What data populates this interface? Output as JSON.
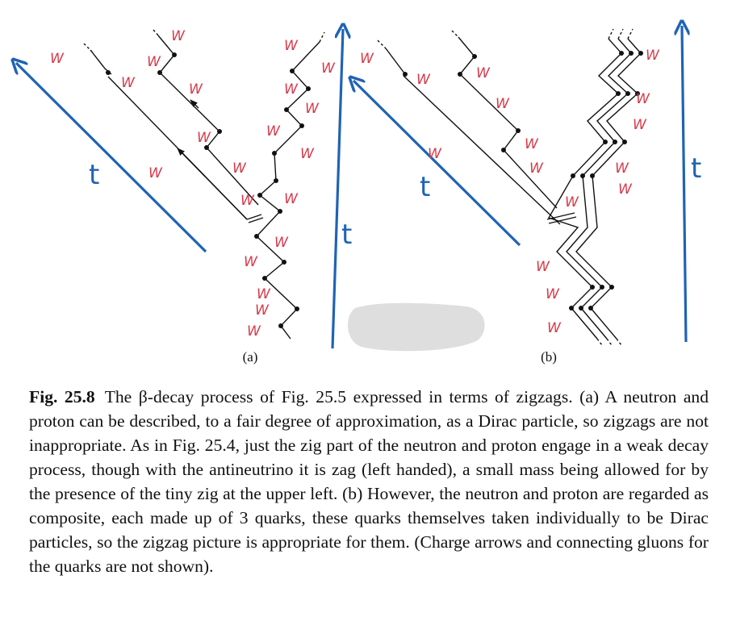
{
  "figure": {
    "panel_labels": {
      "a": "(a)",
      "b": "(b)"
    },
    "annotation_w": "W",
    "time_label": "t",
    "colors": {
      "ink": "#111111",
      "handwriting": "#d63a4a",
      "time_arrow": "#1f63b5",
      "blob": "#dedede"
    }
  },
  "caption": {
    "figure_number": "Fig. 25.8",
    "text": "The β-decay process of Fig. 25.5 expressed in terms of zigzags. (a) A neutron and proton can be described, to a fair degree of approximation, as a Dirac particle, so zigzags are not inappropriate. As in Fig. 25.4, just the zig part of the neutron and proton engage in a weak decay process, though with the antineutrino it is zag (left handed), a small mass being allowed for by the presence of the tiny zig at the upper left. (b) However, the neutron and proton are regarded as composite, each made up of 3 quarks, these quarks themselves taken individually to be Dirac particles, so the zigzag picture is appropriate for them. (Charge arrows and connecting gluons for the quarks are not shown)."
  }
}
